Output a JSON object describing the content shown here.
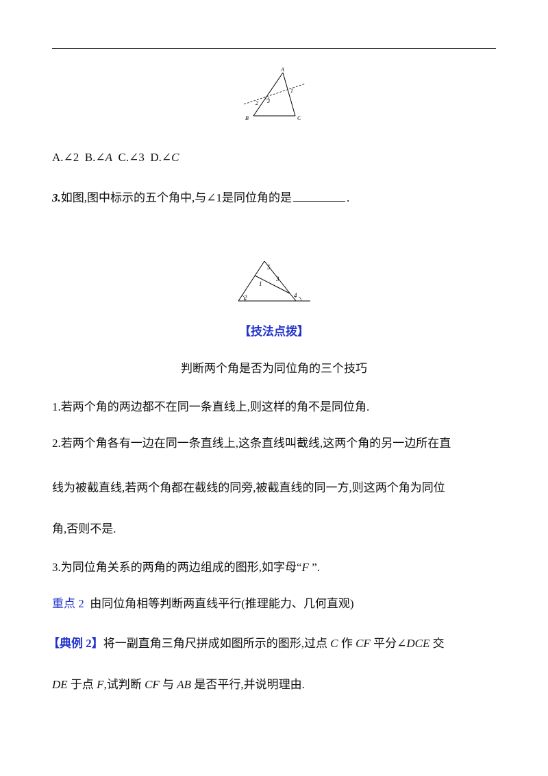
{
  "fig1": {
    "labels": {
      "A": "A",
      "B": "B",
      "C": "C",
      "a1": "1",
      "a2": "2",
      "a3": "3"
    }
  },
  "q2_options": {
    "a_letter": "A.",
    "a_angle": "∠",
    "a_val": "2",
    "b_letter": "B.",
    "b_angle": "∠",
    "b_val": "A",
    "c_letter": "C.",
    "c_angle": "∠",
    "c_val": "3",
    "d_letter": "D.",
    "d_angle": "∠",
    "d_val": "C"
  },
  "q3": {
    "num": "3.",
    "text_a": "如图,图中标示的五个角中,与",
    "angle": "∠1",
    "text_b": "是同位角的是",
    "end": "."
  },
  "fig2": {
    "labels": {
      "a1": "1",
      "a2": "2",
      "a3": "3",
      "a4": "4",
      "a5": "5"
    }
  },
  "tips": {
    "heading": "【技法点拨】",
    "subtitle": "判断两个角是否为同位角的三个技巧",
    "p1": "1.若两个角的两边都不在同一条直线上,则这样的角不是同位角.",
    "p2_l1": "2.若两个角各有一边在同一条直线上,这条直线叫截线,这两个角的另一边所在直",
    "p2_l2": "线为被截直线,若两个角都在截线的同旁,被截直线的同一方,则这两个角为同位",
    "p2_l3": "角,否则不是.",
    "p3_a": "3.为同位角关系的两角的两边组成的图形,如字母",
    "p3_q1": "“",
    "p3_F": "F",
    "p3_q2": " ”."
  },
  "focus": {
    "label": "重点 2",
    "text": "由同位角相等判断两直线平行(推理能力、几何直观)"
  },
  "example": {
    "label": "【典例 2】",
    "l1_a": "将一副直角三角尺拼成如图所示的图形,过点",
    "C": "C",
    "l1_b": "作",
    "CF": "CF",
    "l1_c": "平分∠",
    "DCE": "DCE",
    "l1_d": "交",
    "DE": "DE",
    "l2_a": "于点",
    "F": "F",
    "l2_b": ",试判断",
    "CF2": "CF",
    "l2_c": "与",
    "AB": "AB",
    "l2_d": "是否平行,并说明理由."
  }
}
